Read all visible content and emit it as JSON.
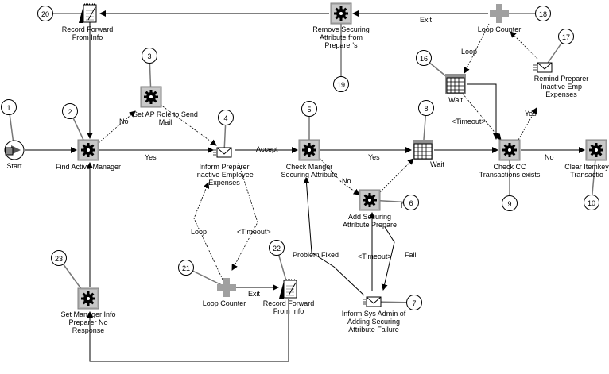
{
  "diagram": {
    "nodes": [
      {
        "id": "start",
        "type": "start",
        "label": "Start",
        "num": "1"
      },
      {
        "id": "find_mgr",
        "type": "function",
        "label": "Find Active Manager",
        "num": "2"
      },
      {
        "id": "set_ap",
        "type": "function",
        "label": "Set AP Role to Send\nMail",
        "num": "3"
      },
      {
        "id": "inform_prep",
        "type": "notification",
        "label": "Inform Preparer\nInactive Employee\nExpenses",
        "num": "4"
      },
      {
        "id": "check_mgr",
        "type": "function",
        "label": "Check Manger\nSecuring Attribute",
        "num": "5"
      },
      {
        "id": "add_sec",
        "type": "function",
        "label": "Add Securing\nAttribute Prepare",
        "num": "6"
      },
      {
        "id": "inform_sys",
        "type": "notification",
        "label": "Inform Sys Admin of\nAdding Securing\nAttribute Failure",
        "num": "7"
      },
      {
        "id": "wait1",
        "type": "wait",
        "label": "Wait",
        "num": "8"
      },
      {
        "id": "check_cc",
        "type": "function",
        "label": "Check CC\nTransactions exists",
        "num": "9"
      },
      {
        "id": "clear_item",
        "type": "function",
        "label": "Clear Itemkey\nTransactio",
        "num": "10"
      },
      {
        "id": "wait2",
        "type": "wait",
        "label": "Wait",
        "num": "16"
      },
      {
        "id": "remind",
        "type": "notification",
        "label": "Remind Preparer\nInactive Emp\nExpenses",
        "num": "17"
      },
      {
        "id": "loop_top",
        "type": "loop",
        "label": "Loop Counter",
        "num": "18"
      },
      {
        "id": "remove_sec",
        "type": "function",
        "label": "Remove Securing\nAttribute from\nPreparer's",
        "num": "19"
      },
      {
        "id": "record_top",
        "type": "record",
        "label": "Record Forward\nFrom Info",
        "num": "20"
      },
      {
        "id": "loop_bot",
        "type": "loop",
        "label": "Loop Counter",
        "num": "21"
      },
      {
        "id": "record_bot",
        "type": "record",
        "label": "Record Forward\nFrom Info",
        "num": "22"
      },
      {
        "id": "set_mgr",
        "type": "function",
        "label": "Set Manager Info\nPreparer No\nResponse",
        "num": "23"
      }
    ],
    "edges": [
      {
        "from": "start",
        "to": "find_mgr",
        "label": ""
      },
      {
        "from": "find_mgr",
        "to": "set_ap",
        "label": "No"
      },
      {
        "from": "find_mgr",
        "to": "inform_prep",
        "label": "Yes"
      },
      {
        "from": "set_ap",
        "to": "inform_prep",
        "label": ""
      },
      {
        "from": "inform_prep",
        "to": "check_mgr",
        "label": "Accept"
      },
      {
        "from": "inform_prep",
        "to": "loop_bot",
        "label": "<Timeout>"
      },
      {
        "from": "loop_bot",
        "to": "inform_prep",
        "label": "Loop"
      },
      {
        "from": "loop_bot",
        "to": "record_bot",
        "label": "Exit"
      },
      {
        "from": "record_bot",
        "to": "set_mgr",
        "label": ""
      },
      {
        "from": "set_mgr",
        "to": "find_mgr",
        "label": ""
      },
      {
        "from": "check_mgr",
        "to": "wait1",
        "label": "Yes"
      },
      {
        "from": "check_mgr",
        "to": "add_sec",
        "label": "No"
      },
      {
        "from": "add_sec",
        "to": "wait1",
        "label": "Pass"
      },
      {
        "from": "add_sec",
        "to": "inform_sys",
        "label": "Fail"
      },
      {
        "from": "inform_sys",
        "to": "add_sec",
        "label": "<Timeout>"
      },
      {
        "from": "inform_sys",
        "to": "check_mgr",
        "label": "Problem Fixed"
      },
      {
        "from": "wait1",
        "to": "check_cc",
        "label": ""
      },
      {
        "from": "check_cc",
        "to": "clear_item",
        "label": "No"
      },
      {
        "from": "check_cc",
        "to": "remind",
        "label": "Yes"
      },
      {
        "from": "remind",
        "to": "loop_top",
        "label": ""
      },
      {
        "from": "loop_top",
        "to": "wait2",
        "label": "Loop"
      },
      {
        "from": "wait2",
        "to": "check_cc",
        "label": "<Timeout>"
      },
      {
        "from": "wait2",
        "to": "check_cc",
        "label": ""
      },
      {
        "from": "loop_top",
        "to": "remove_sec",
        "label": "Exit"
      },
      {
        "from": "remove_sec",
        "to": "record_top",
        "label": ""
      },
      {
        "from": "record_top",
        "to": "find_mgr",
        "label": ""
      }
    ]
  }
}
